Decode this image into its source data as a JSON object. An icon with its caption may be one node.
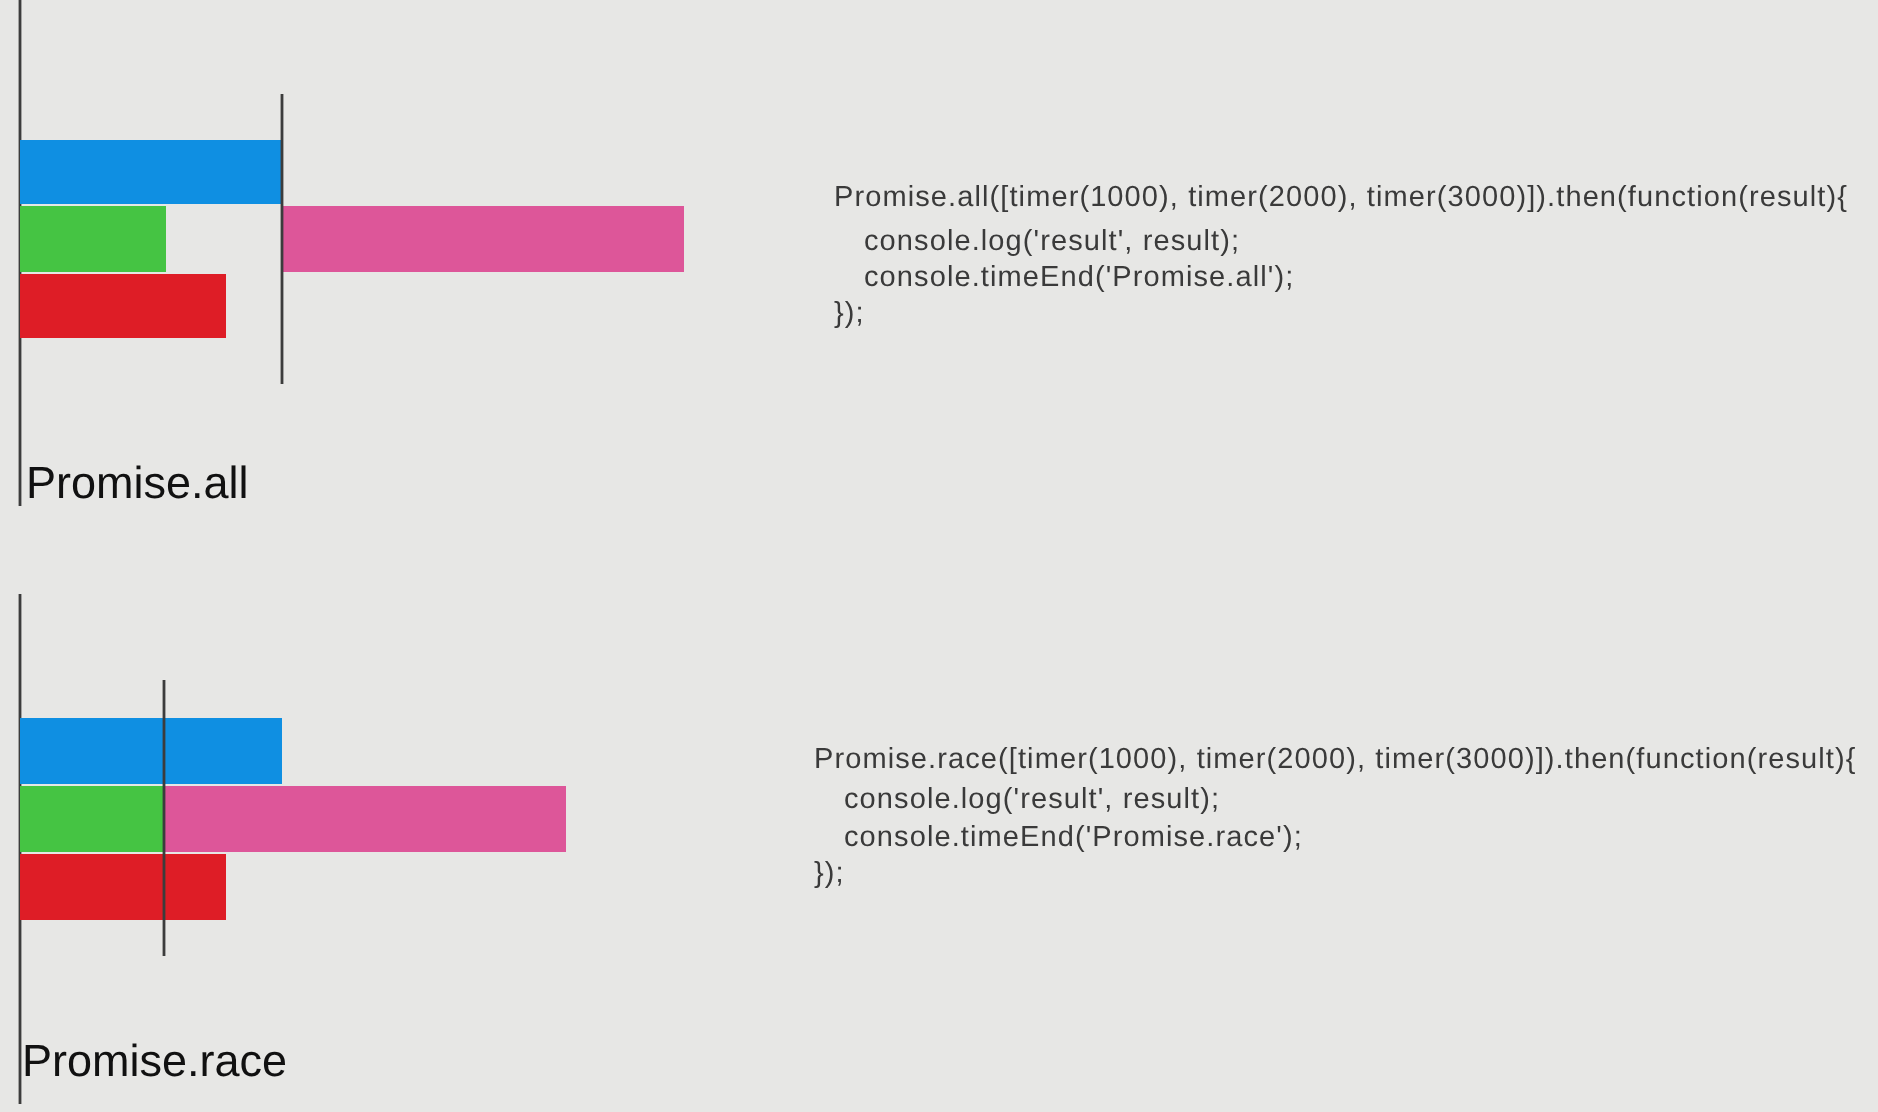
{
  "diagram": {
    "labels": [
      "Promise.all([timer(1000), timer(2000), timer(3000)]).then(function(result){",
      "console.log('result', result);",
      "console.timeEnd('Promise.all');",
      "});",
      "Promise.all",
      "Promise.race([timer(1000), timer(2000), timer(3000)]).then(function(result){",
      "console.log('result', result);",
      "console.timeEnd('Promise.race');",
      "});",
      "Promise.race"
    ]
  }
}
